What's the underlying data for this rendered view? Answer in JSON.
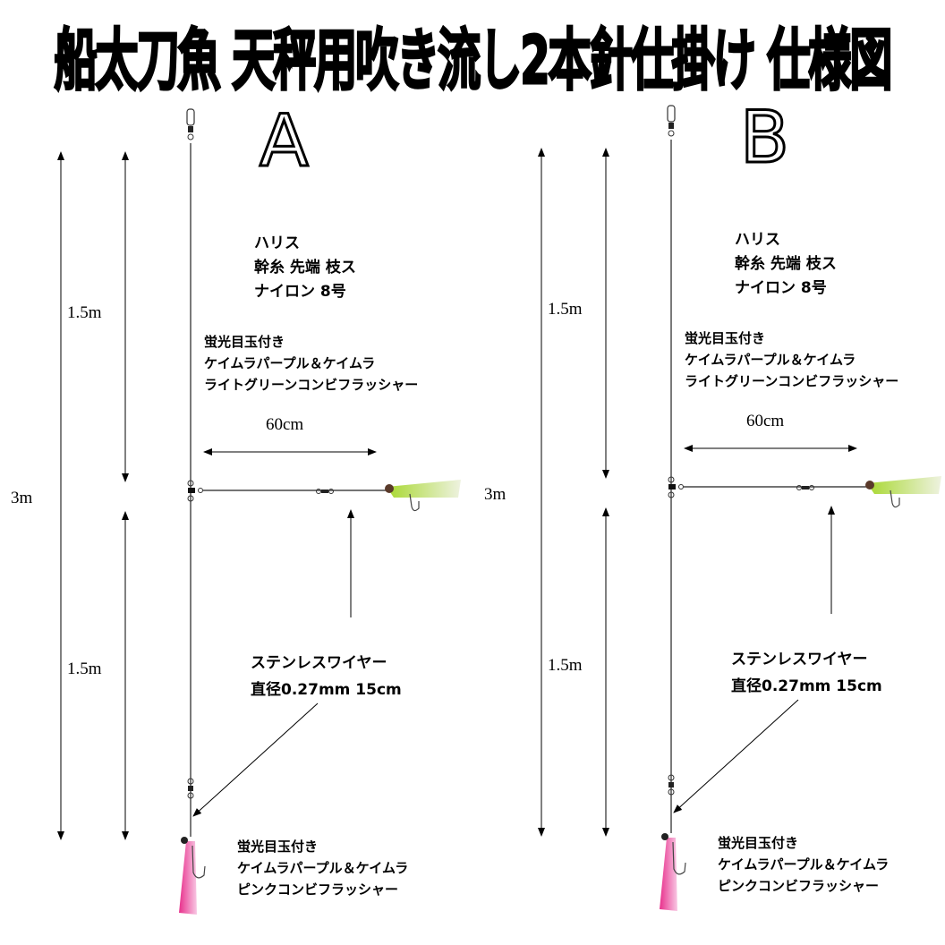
{
  "title": "船太刀魚 天秤用吹き流し2本針仕掛け 仕様図",
  "panels": [
    {
      "letter": "A"
    },
    {
      "letter": "B"
    }
  ],
  "labels": {
    "total_length": "3m",
    "upper_length": "1.5m",
    "lower_length": "1.5m",
    "branch_length": "60cm",
    "harisu": [
      "ハリス",
      "幹糸 先端 枝ス",
      "ナイロン 8号"
    ],
    "upper_lure": [
      "蛍光目玉付き",
      "ケイムラパープル＆ケイムラ",
      "ライトグリーンコンビフラッシャー"
    ],
    "wire": [
      "ステンレスワイヤー",
      "直径0.27mm 15cm"
    ],
    "lower_lure": [
      "蛍光目玉付き",
      "ケイムラパープル＆ケイムラ",
      "ピンクコンビフラッシャー"
    ]
  },
  "colors": {
    "upper_lure": "#c8e86a",
    "lower_lure": "#f060b0",
    "line": "#222222"
  }
}
